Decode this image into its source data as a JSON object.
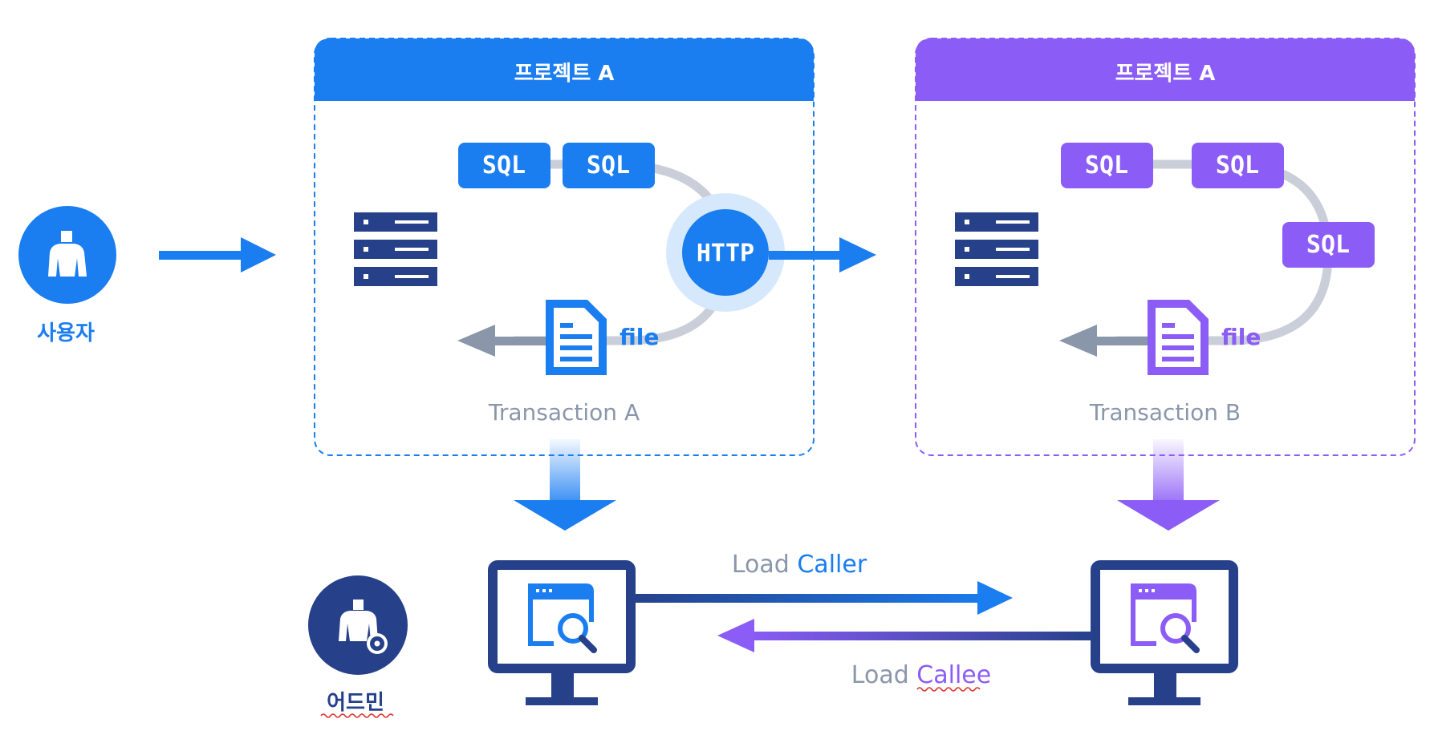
{
  "user": {
    "label": "사용자"
  },
  "admin": {
    "label": "어드민"
  },
  "project_a": {
    "title": "프로젝트 A",
    "transaction_label": "Transaction A",
    "sql_badges": [
      "SQL",
      "SQL"
    ],
    "http_label": "HTTP",
    "file_label": "file",
    "color": "#1a7df0"
  },
  "project_b": {
    "title": "프로젝트 A",
    "transaction_label": "Transaction B",
    "sql_badges": [
      "SQL",
      "SQL",
      "SQL"
    ],
    "file_label": "file",
    "color": "#8b5cf6"
  },
  "links": {
    "caller": {
      "prefix": "Load",
      "keyword": "Caller"
    },
    "callee": {
      "prefix": "Load",
      "keyword": "Callee"
    }
  },
  "colors": {
    "blue": "#1a7df0",
    "purple": "#8b5cf6",
    "navy": "#26418a",
    "gray": "#8a96aa",
    "light_gray": "#c9ced8"
  }
}
